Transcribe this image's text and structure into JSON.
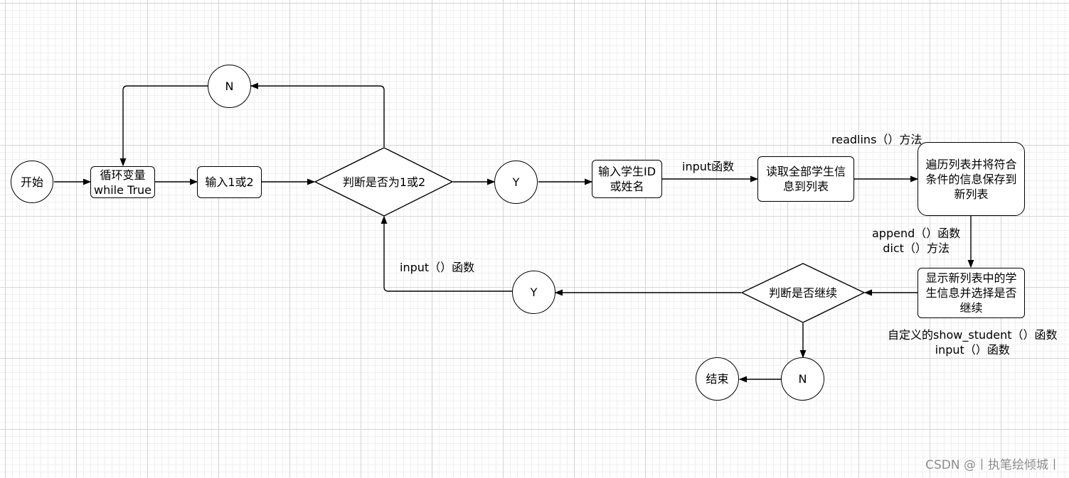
{
  "nodes": {
    "start": "开始",
    "loop_var": "循环变量\nwhile True",
    "input_1_2": "输入1或2",
    "n_top": "N",
    "decision_1_2": "判断是否为1或2",
    "y_mid": "Y",
    "input_id": "输入学生ID\n或姓名",
    "read_all": "读取全部学生信\n息到列表",
    "traverse": "遍历列表并将符合\n条件的信息保存到\n新列表",
    "show_new": "显示新列表中的学\n生信息并选择是否\n继续",
    "decision_continue": "判断是否继续",
    "y_bottom": "Y",
    "n_bottom": "N",
    "end": "结束"
  },
  "edge_labels": {
    "input_func": "input函数",
    "readlins": "readlins（）方法",
    "append_dict": "append（）函数\ndict（）方法",
    "input_paren": "input（）函数",
    "show_student": "自定义的show_student（）函数\ninput（）函数"
  },
  "watermark": "CSDN @丨执笔绘倾城丨"
}
